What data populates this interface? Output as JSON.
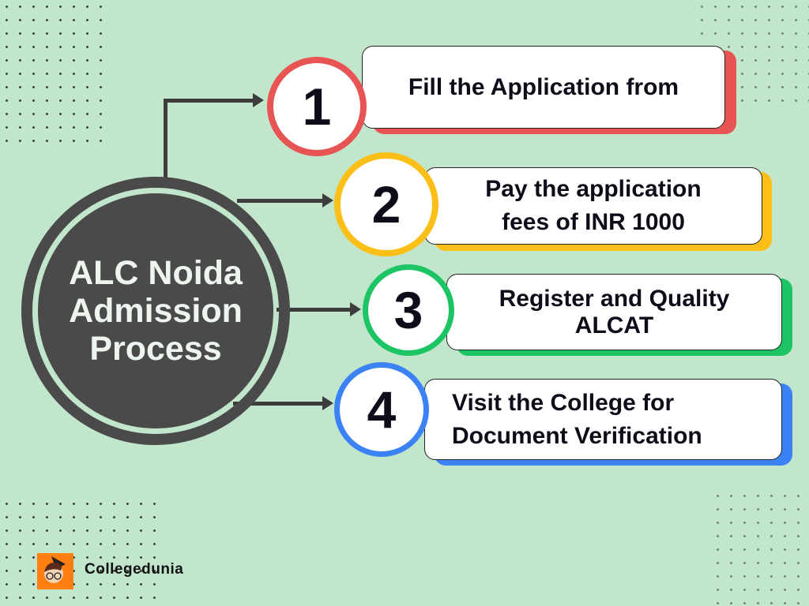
{
  "title": "ALC Noida Admission Process",
  "colors": {
    "background": "#c2e6cc",
    "hub": "#4a4a4a",
    "step1": "#e85353",
    "step2": "#fbbf18",
    "step3": "#1dc463",
    "step4": "#3b82f6"
  },
  "steps": [
    {
      "number": "1",
      "text": "Fill the Application from"
    },
    {
      "number": "2",
      "text": "Pay the application fees of INR 1000"
    },
    {
      "number": "3",
      "text": "Register and Quality ALCAT"
    },
    {
      "number": "4",
      "text": "Visit the College for Document Verification"
    }
  ],
  "brand": {
    "name": "Collegedunia",
    "logo_icon": "collegedunia-mascot-icon"
  }
}
